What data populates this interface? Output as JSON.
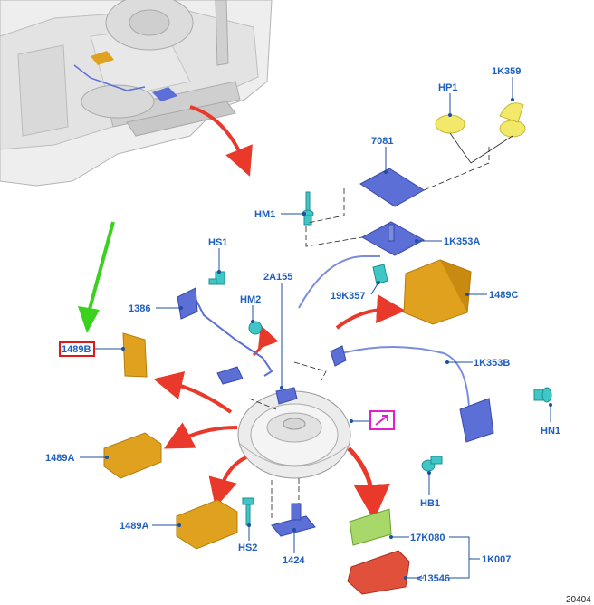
{
  "labels": {
    "hp1": "HP1",
    "k359": "1K359",
    "n7081": "7081",
    "hm1": "HM1",
    "k353a": "1K353A",
    "hs1": "HS1",
    "a155": "2A155",
    "k357": "19K357",
    "c1489": "1489C",
    "n1386": "1386",
    "hm2": "HM2",
    "b1489": "1489B",
    "k353b": "1K353B",
    "hn1": "HN1",
    "a1489": "1489A",
    "hb1": "HB1",
    "a1489b": "1489A",
    "hs2": "HS2",
    "n1424": "1424",
    "k080": "17K080",
    "k007": "1K007",
    "n13546": "<13546"
  },
  "corner_id": "20404",
  "colors": {
    "label_blue": "#1f5fbf",
    "part_blue": "#5b6fd6",
    "part_cyan": "#3fc7c7",
    "part_yellow": "#f2e86a",
    "part_orange": "#e0a21e",
    "part_green": "#a8d86a",
    "part_red": "#e0503a",
    "arrow_red": "#e8392a",
    "arrow_green": "#3ad11f",
    "highlight_red": "#e01a1a",
    "highlight_magenta": "#e020c8"
  },
  "icons": [
    "vehicle-rear-view",
    "spare-wheel",
    "jack-bag",
    "jack",
    "hoist-cable",
    "highlight-box"
  ]
}
